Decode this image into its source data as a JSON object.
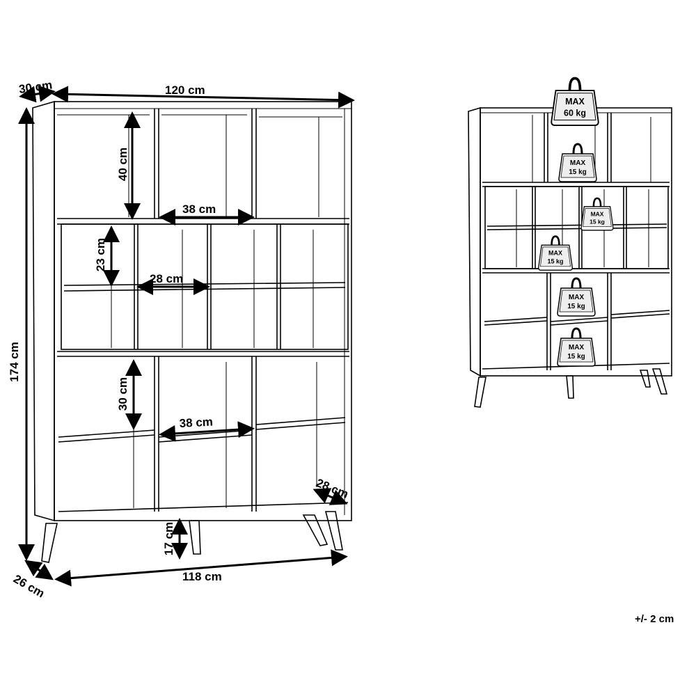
{
  "dimensions": {
    "depth_top": "30 cm",
    "width_top": "120 cm",
    "height_total": "174 cm",
    "top_cell_height": "40 cm",
    "top_cell_width": "38 cm",
    "middle_cell_height": "23 cm",
    "middle_cell_width": "28 cm",
    "bottom_cell_height": "30 cm",
    "bottom_cell_width": "38 cm",
    "inner_depth": "28 cm",
    "leg_height": "17 cm",
    "depth_bottom": "26 cm",
    "width_bottom": "118 cm"
  },
  "load_limits": [
    {
      "line1": "MAX",
      "line2": "60 kg"
    },
    {
      "line1": "MAX",
      "line2": "15 kg"
    },
    {
      "line1": "MAX",
      "line2": "15 kg"
    },
    {
      "line1": "MAX",
      "line2": "15 kg"
    },
    {
      "line1": "MAX",
      "line2": "15 kg"
    },
    {
      "line1": "MAX",
      "line2": "15 kg"
    }
  ],
  "tolerance": "+/- 2 cm"
}
